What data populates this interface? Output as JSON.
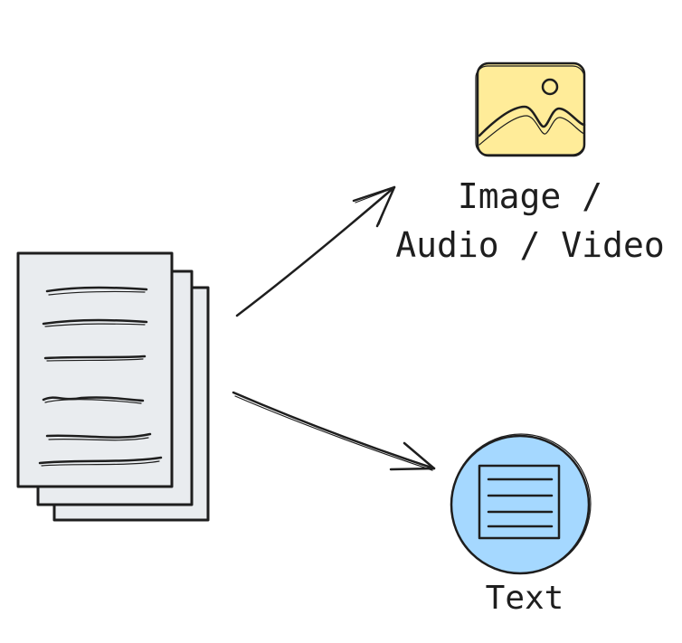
{
  "nodes": {
    "media": {
      "line1": "Image /",
      "line2": "Audio / Video",
      "icon": "image-icon",
      "color": "#ffec99"
    },
    "text": {
      "label": "Text",
      "icon": "text-document-icon",
      "color": "#a5d8ff"
    },
    "source": {
      "icon": "document-stack-icon",
      "color": "#e9ecef"
    }
  },
  "edges": [
    {
      "from": "source",
      "to": "media"
    },
    {
      "from": "source",
      "to": "text"
    }
  ],
  "colors": {
    "stroke": "#1e1e1e"
  }
}
